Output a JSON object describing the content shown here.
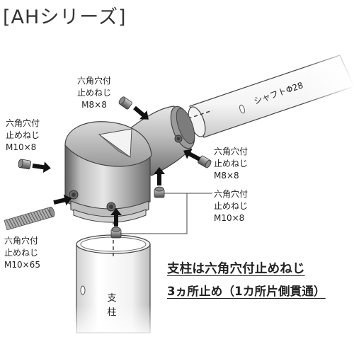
{
  "title": "[AHシリーズ]",
  "labels": {
    "screw_top": {
      "line1": "六角穴付",
      "line2": "止めねじ",
      "line3": "M8×8"
    },
    "screw_left": {
      "line1": "六角穴付",
      "line2": "止めねじ",
      "line3": "M10×8"
    },
    "screw_right": {
      "line1": "六角穴付",
      "line2": "止めねじ",
      "line3": "M8×8"
    },
    "screw_mid_right": {
      "line1": "六角穴付",
      "line2": "止めねじ",
      "line3": "M10×8"
    },
    "screw_bottom_left": {
      "line1": "六角穴付",
      "line2": "止めねじ",
      "line3": "M10×65"
    }
  },
  "shaft_label": "シャフトΦ28",
  "post_label": [
    "支",
    "柱"
  ],
  "notes": {
    "line1": "支柱は六角穴付止めねじ",
    "line2": "3ヵ所止め（1カ所片側貫通）"
  }
}
